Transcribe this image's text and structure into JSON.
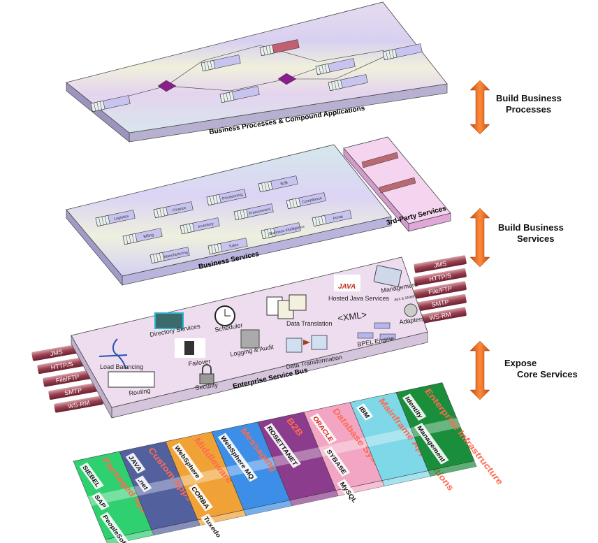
{
  "layers": {
    "processes": {
      "title": "Business Processes & Compound Applications"
    },
    "business_services": {
      "title": "Business Services",
      "items": [
        "Logistics",
        "Finance",
        "Provisioning",
        "B2B",
        "Compliance",
        "Procurement",
        "Inventory",
        "Billing",
        "Sales",
        "Business Intelligence",
        "Portal",
        "Manufacturing"
      ]
    },
    "third_party": {
      "title": "3rd-Party Services"
    },
    "esb": {
      "title": "Enterprise Service Bus",
      "components": {
        "load_balancing": "Load Balancing",
        "directory": "Directory Services",
        "scheduler": "Scheduler",
        "data_translation": "Data Translation",
        "hosted_java": "Hosted Java Services",
        "management": "Management",
        "management_sub": "JMX & SNMP",
        "xml": "<XML>",
        "adapters": "Adapters",
        "failover": "Failover",
        "logging": "Logging & Audit",
        "data_transformation": "Data  Transformation",
        "bpel": "BPEL Engine",
        "routing": "Routing",
        "security": "Security"
      },
      "protocols": [
        "JMS",
        "HTTP/S",
        "File/FTP",
        "SMTP",
        "WS-RM"
      ]
    },
    "core": {
      "columns": [
        {
          "label": "Packaged Apps",
          "color": "#2fd070",
          "logos": [
            "SIEBEL",
            "SAP",
            "PeopleSoft"
          ]
        },
        {
          "label": "Custom Apps",
          "color": "#52609e",
          "logos": [
            "JAVA",
            ".net"
          ]
        },
        {
          "label": "Middleware",
          "color": "#f0a236",
          "logos": [
            "WebSphere",
            "CORBA",
            "Tuxedo"
          ]
        },
        {
          "label": "Messaging",
          "color": "#3c8ee6",
          "logos": [
            "WebSphere MQ"
          ]
        },
        {
          "label": "B2B",
          "color": "#8c3c8c",
          "logos": [
            "ROSETTANET"
          ]
        },
        {
          "label": "Database Systems",
          "color": "#f2a6c4",
          "logos": [
            "ORACLE",
            "SYBASE",
            "MySQL"
          ]
        },
        {
          "label": "Mainframe Applications",
          "color": "#7fd8e8",
          "logos": [
            "IBM"
          ]
        },
        {
          "label": "Enterprise Infrastructure",
          "color": "#1b8e3c",
          "logos": [
            "Identity",
            "Management"
          ]
        }
      ]
    }
  },
  "side_labels": [
    "Build Business Processes",
    "Build Business Services",
    "Expose Core Services"
  ],
  "colors": {
    "arrow": "#f07020",
    "pipe": "#a0505a"
  }
}
